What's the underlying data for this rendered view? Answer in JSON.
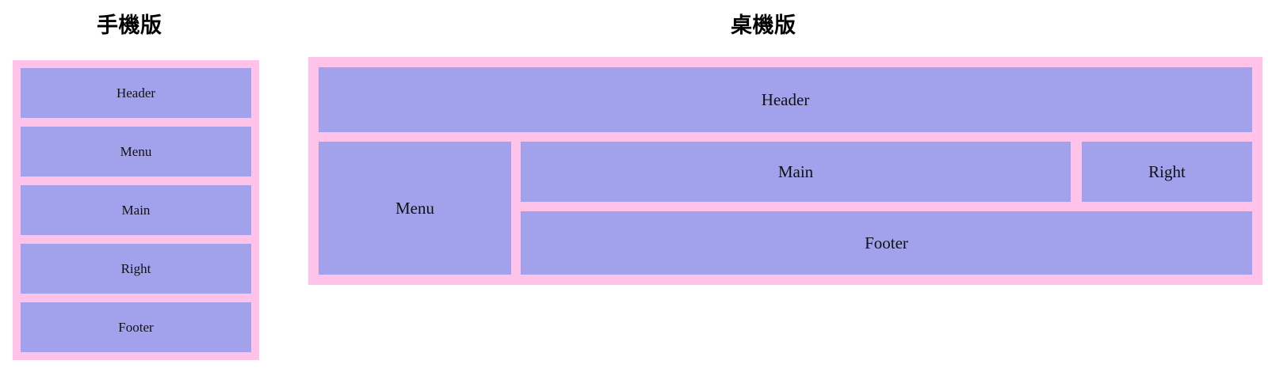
{
  "mobile": {
    "heading": "手機版",
    "blocks": [
      {
        "label": "Header"
      },
      {
        "label": "Menu"
      },
      {
        "label": "Main"
      },
      {
        "label": "Right"
      },
      {
        "label": "Footer"
      }
    ]
  },
  "desktop": {
    "heading": "桌機版",
    "header": {
      "label": "Header"
    },
    "menu": {
      "label": "Menu"
    },
    "main": {
      "label": "Main"
    },
    "right": {
      "label": "Right"
    },
    "footer": {
      "label": "Footer"
    }
  },
  "colors": {
    "container": "#ffc2e9",
    "block": "#a2a2ec",
    "text": "#111111",
    "background": "#ffffff"
  }
}
